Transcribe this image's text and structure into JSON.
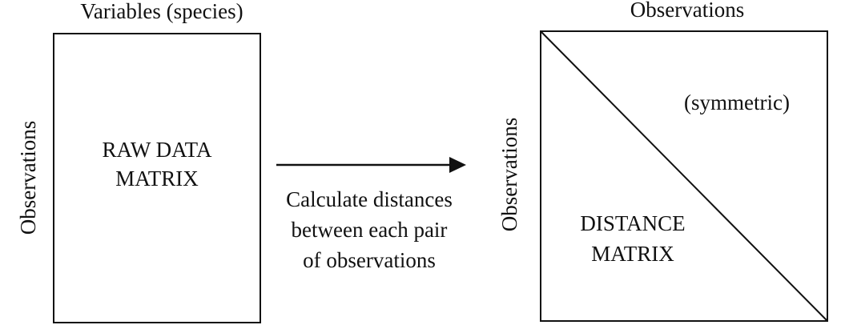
{
  "left": {
    "top_label": "Variables (species)",
    "side_label": "Observations",
    "box_line1": "RAW DATA",
    "box_line2": "MATRIX"
  },
  "arrow": {
    "caption_line1": "Calculate distances",
    "caption_line2": "between each pair",
    "caption_line3": "of observations"
  },
  "right": {
    "top_label": "Observations",
    "side_label": "Observations",
    "upper_label": "(symmetric)",
    "box_line1": "DISTANCE",
    "box_line2": "MATRIX"
  }
}
